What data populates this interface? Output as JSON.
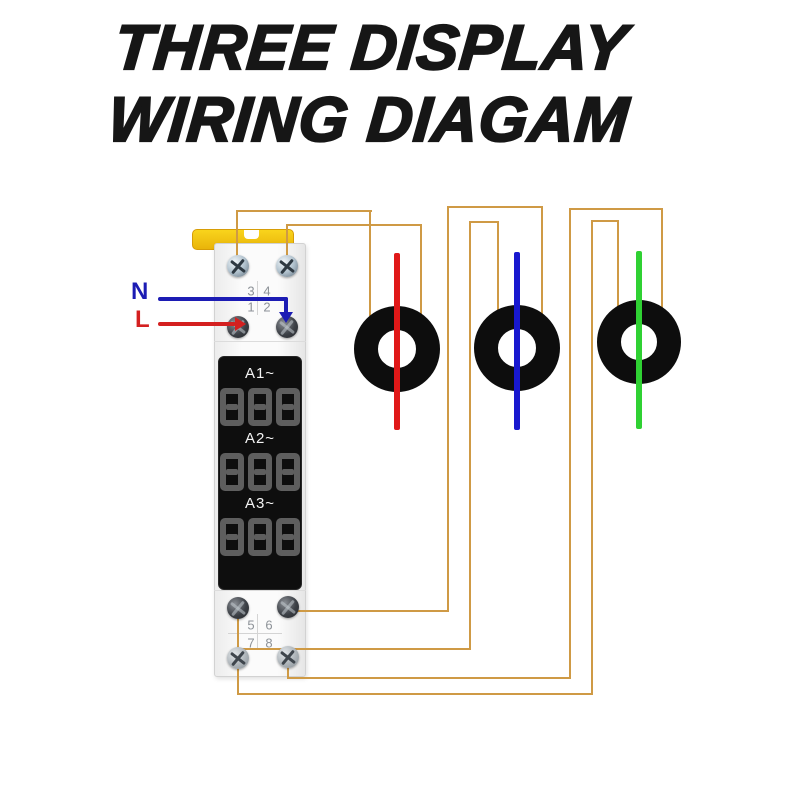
{
  "title": {
    "line1": "THREE DISPLAY",
    "line2": "WIRING DIAGAM"
  },
  "labels": {
    "neutral": "N",
    "line": "L"
  },
  "device": {
    "top_block": {
      "row1": [
        "3",
        "4"
      ],
      "row2": [
        "1",
        "2"
      ]
    },
    "bottom_block": {
      "row1": [
        "5",
        "6"
      ],
      "row2": [
        "7",
        "8"
      ]
    },
    "displays": [
      {
        "label": "A1~",
        "digits": "888"
      },
      {
        "label": "A2~",
        "digits": "888"
      },
      {
        "label": "A3~",
        "digits": "888"
      }
    ]
  },
  "colors": {
    "title": "#161616",
    "wire_orange": "#cf9a45",
    "wire_red": "#d42020",
    "wire_blue": "#1c1cb4",
    "phase_red": "#e01818",
    "phase_blue": "#1818cf",
    "phase_green": "#2fd133",
    "clip_yellow": "#eab308"
  }
}
